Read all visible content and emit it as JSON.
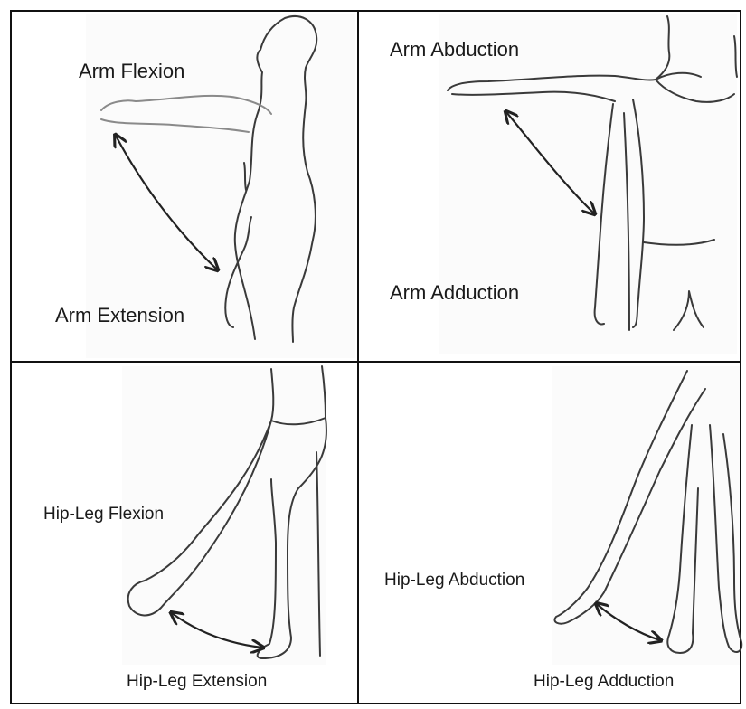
{
  "panels": {
    "top_left": {
      "label_top": "Arm Flexion",
      "label_bottom": "Arm Extension"
    },
    "top_right": {
      "label_top": "Arm Abduction",
      "label_bottom": "Arm Adduction"
    },
    "bottom_left": {
      "label_top": "Hip-Leg Flexion",
      "label_bottom": "Hip-Leg Extension"
    },
    "bottom_right": {
      "label_top": "Hip-Leg Abduction",
      "label_bottom": "Hip-Leg Adduction"
    }
  }
}
